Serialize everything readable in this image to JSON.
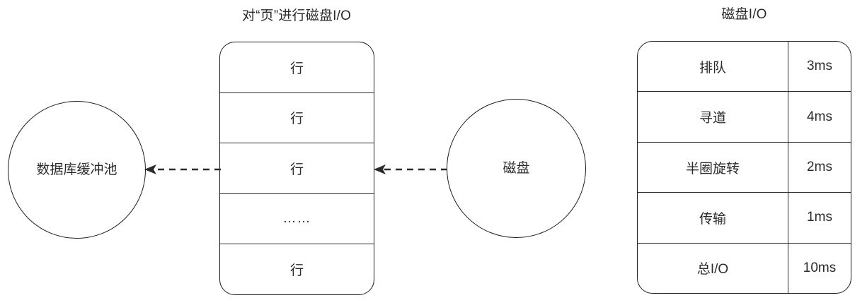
{
  "diagram": {
    "left_section": {
      "title": "对“页”进行磁盘I/O",
      "buffer_pool_label": "数据库缓冲池",
      "disk_label": "磁盘",
      "page_rows": [
        {
          "label": "行"
        },
        {
          "label": "行"
        },
        {
          "label": "行"
        },
        {
          "label": "……"
        },
        {
          "label": "行"
        }
      ],
      "arrows": [
        {
          "name": "disk-to-page",
          "style": "dashed",
          "direction": "left"
        },
        {
          "name": "page-to-buffer-pool",
          "style": "dashed",
          "direction": "left"
        }
      ]
    },
    "right_section": {
      "title": "磁盘I/O",
      "columns": [
        "",
        ""
      ],
      "rows": [
        {
          "name": "排队",
          "value": "3ms"
        },
        {
          "name": "寻道",
          "value": "4ms"
        },
        {
          "name": "半圈旋转",
          "value": "2ms"
        },
        {
          "name": "传输",
          "value": "1ms"
        },
        {
          "name": "总I/O",
          "value": "10ms"
        }
      ]
    },
    "colors": {
      "stroke": "#1d1d1d",
      "divider": "#2b2b2b",
      "text": "#2b2b2b",
      "background": "#ffffff"
    }
  }
}
